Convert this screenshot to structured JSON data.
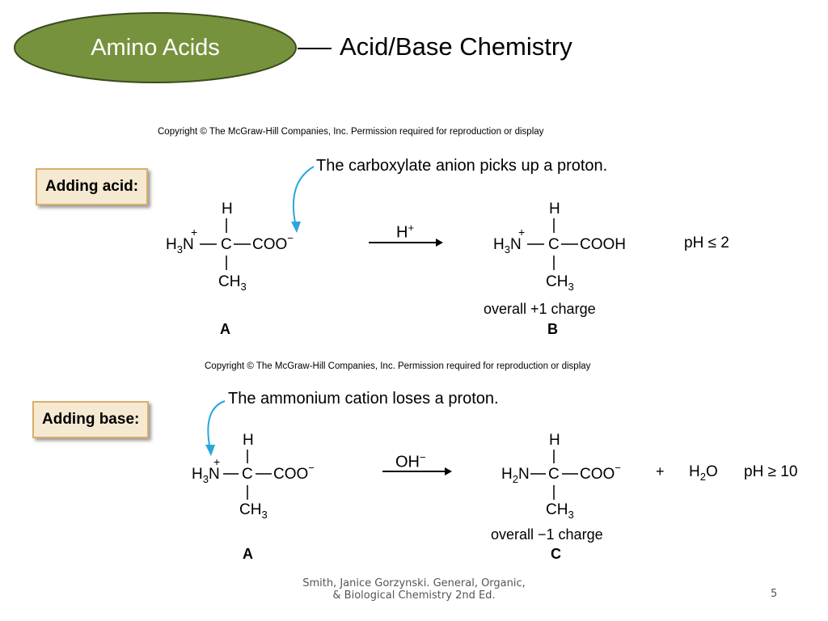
{
  "header": {
    "section": "Amino Acids",
    "title": "Acid/Base Chemistry",
    "oval_color": "#76923c"
  },
  "panel_acid": {
    "copyright": "Copyright © The McGraw-Hill Companies, Inc. Permission required for reproduction or display",
    "label": "Adding acid:",
    "note": "The carboxylate anion picks up a proton.",
    "reactant": {
      "top": "H",
      "left": "H3N",
      "center": "C",
      "right": "COO−",
      "bottom": "CH3",
      "charge": "+"
    },
    "reagent": "H+",
    "product": {
      "top": "H",
      "left": "H3N",
      "center": "C",
      "right": "COOH",
      "bottom": "CH3",
      "charge": "+"
    },
    "condition": "pH ≤ 2",
    "product_caption": "overall +1 charge",
    "reactant_letter": "A",
    "product_letter": "B"
  },
  "panel_base": {
    "copyright": "Copyright © The McGraw-Hill Companies, Inc. Permission required for reproduction or display",
    "label": "Adding base:",
    "note": "The ammonium cation loses a proton.",
    "reactant": {
      "top": "H",
      "left": "H3N",
      "center": "C",
      "right": "COO−",
      "bottom": "CH3",
      "charge": "+"
    },
    "reagent": "OH−",
    "product": {
      "top": "H",
      "left": "H2N",
      "center": "C",
      "right": "COO−",
      "bottom": "CH3"
    },
    "plus": "+",
    "byproduct": "H2O",
    "condition": "pH ≥ 10",
    "product_caption": "overall −1 charge",
    "reactant_letter": "A",
    "product_letter": "C"
  },
  "footer": {
    "citation_line1": "Smith, Janice Gorzynski. General, Organic,",
    "citation_line2": "& Biological Chemistry 2nd Ed.",
    "page_number": "5"
  },
  "colors": {
    "label_bg": "#f6e9d2",
    "label_border": "#d9ae69",
    "curved_arrow": "#2aa6dd"
  }
}
